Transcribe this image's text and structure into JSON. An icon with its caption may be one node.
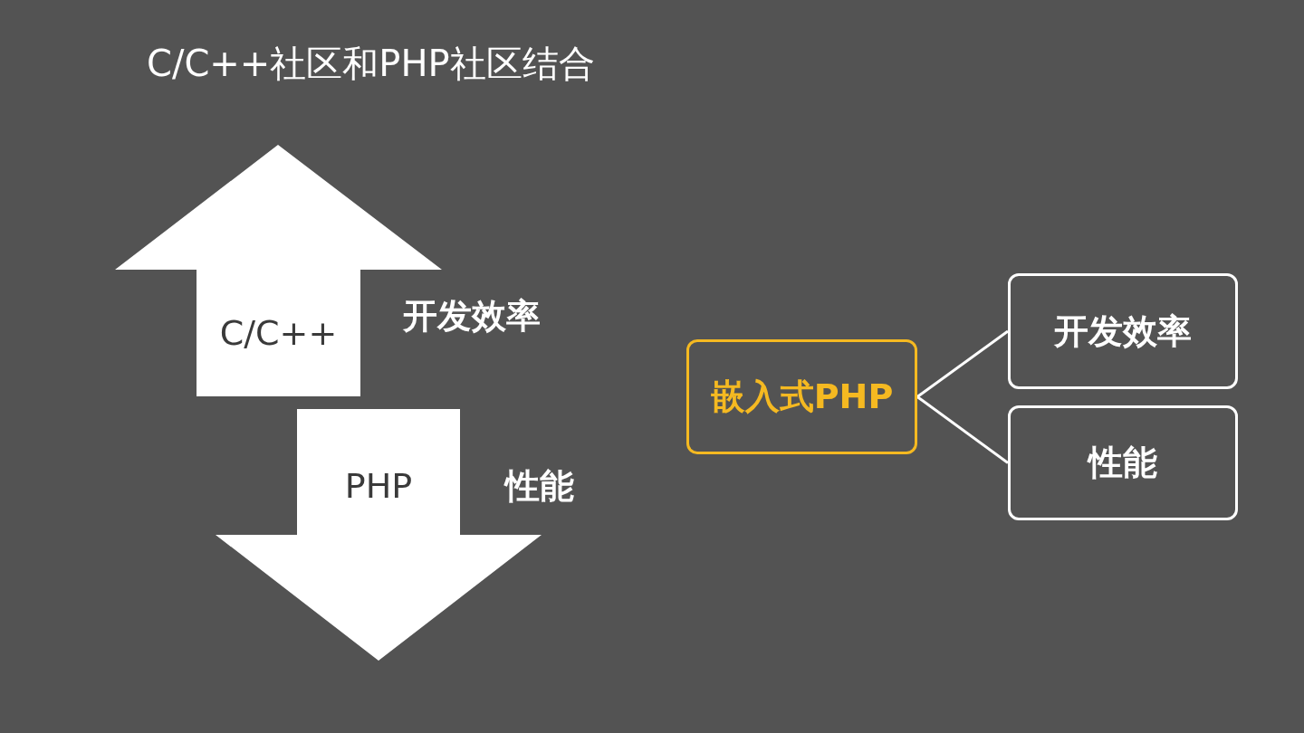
{
  "diagram": {
    "title": "C/C++社区和PHP社区结合",
    "nodes": [
      {
        "text": [
          "C/C++"
        ],
        "beside": [
          "开发效率"
        ]
      },
      {
        "text": [
          "PHP"
        ],
        "beside": [
          "性能"
        ]
      },
      {
        "text": [
          "嵌入式PHP"
        ]
      },
      {
        "text": [
          "开发效率"
        ]
      },
      {
        "text": [
          "性能"
        ]
      }
    ],
    "edges": [
      {
        "from": 2,
        "to": 3,
        "arrow": "none"
      },
      {
        "from": 2,
        "to": 4,
        "arrow": "none"
      }
    ]
  }
}
